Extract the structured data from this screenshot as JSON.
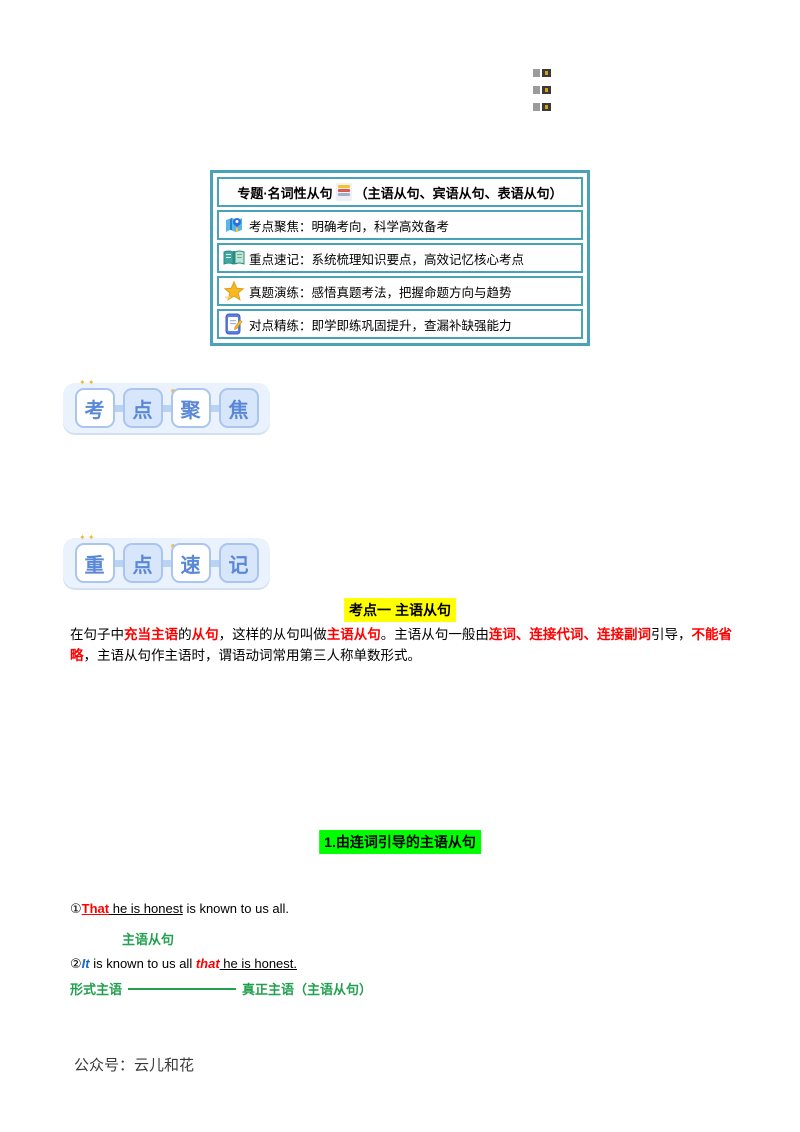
{
  "colors": {
    "table_border": "#4aa2b8",
    "badge_bg": "#eaf2fd",
    "badge_text": "#5b87d8",
    "highlight_yellow": "#ffff00",
    "highlight_green": "#00ff00",
    "emphasis_red": "#ff0000",
    "annotation_green": "#21a04f",
    "formal_subject_blue": "#1766c9",
    "sparkle_gold": "#edb93f"
  },
  "mini_markers": {
    "count": 3,
    "icon": "mini-tab-marker"
  },
  "intro_table": {
    "title": {
      "pre": "专题·名词性从句",
      "emoji": "bookmark-tabs-icon",
      "post": "（主语从句、宾语从句、表语从句）"
    },
    "rows": [
      {
        "icon": "map-pin-icon",
        "text": "考点聚焦：明确考向，科学高效备考"
      },
      {
        "icon": "open-book-icon",
        "text": "重点速记：系统梳理知识要点，高效记忆核心考点"
      },
      {
        "icon": "star-icon",
        "text": "真题演练：感悟真题考法，把握命题方向与趋势"
      },
      {
        "icon": "tablet-pencil-icon",
        "text": "对点精练：即学即练巩固提升，查漏补缺强能力"
      }
    ]
  },
  "badges": [
    {
      "name": "考点聚焦",
      "chars": [
        "考",
        "点",
        "聚",
        "焦"
      ]
    },
    {
      "name": "重点速记",
      "chars": [
        "重",
        "点",
        "速",
        "记"
      ]
    }
  ],
  "sections": {
    "kaodian_heading": "考点一 主语从句",
    "definition_segments": [
      {
        "t": "在句子中",
        "c": "k"
      },
      {
        "t": "充当主语",
        "c": "r"
      },
      {
        "t": "的",
        "c": "k"
      },
      {
        "t": "从句",
        "c": "r"
      },
      {
        "t": "，这样的从句叫做",
        "c": "k"
      },
      {
        "t": "主语从句",
        "c": "r"
      },
      {
        "t": "。主语从句一般由",
        "c": "k"
      },
      {
        "t": "连词、连接代词、连接副词",
        "c": "r"
      },
      {
        "t": "引导，",
        "c": "k"
      },
      {
        "t": "不能省略",
        "c": "r"
      },
      {
        "t": "，主语从句作主语时，谓语动词常用第三人称单数形式。",
        "c": "k"
      }
    ],
    "sub_heading": "1.由连词引导的主语从句",
    "examples": [
      {
        "marker_line": [
          {
            "t": "①",
            "c": "k"
          },
          {
            "t": "That",
            "c": "rbu"
          },
          {
            "t": " he is honest",
            "c": "ku"
          },
          {
            "t": " is known to us all.",
            "c": "k"
          }
        ],
        "annotation": "主语从句"
      },
      {
        "marker_line": [
          {
            "t": "②",
            "c": "k"
          },
          {
            "t": "It",
            "c": "bb"
          },
          {
            "t": " is known to us all ",
            "c": "k"
          },
          {
            "t": "that",
            "c": "rb"
          },
          {
            "t": " he is honest.",
            "c": "ku"
          }
        ],
        "annotation_left": "形式主语",
        "annotation_right": "真正主语（主语从句）"
      }
    ]
  },
  "footer": {
    "watermark": "公众号：云儿和花"
  }
}
